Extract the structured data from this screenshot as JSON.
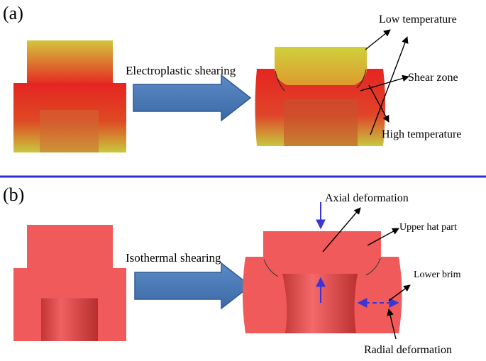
{
  "panel_a": {
    "letter": "(a)",
    "process": "Electroplastic shearing",
    "labels": {
      "low_temperature": "Low temperature",
      "shear_zone": "Shear zone",
      "high_temperature": "High temperature"
    }
  },
  "panel_b": {
    "letter": "(b)",
    "process": "Isothermal shearing",
    "labels": {
      "axial_deformation": "Axial deformation",
      "upper_hat_part": "Upper hat part",
      "lower_brim": "Lower brim",
      "radial_deformation": "Radial deformation"
    }
  },
  "colors": {
    "hot": "#e52421",
    "cold": "#c9c83c",
    "part_b": "#f05a5a",
    "arrow_fill": "#4a7ab8",
    "divider": "#2e2ed6",
    "deformation_arrow": "#3b35d8"
  }
}
